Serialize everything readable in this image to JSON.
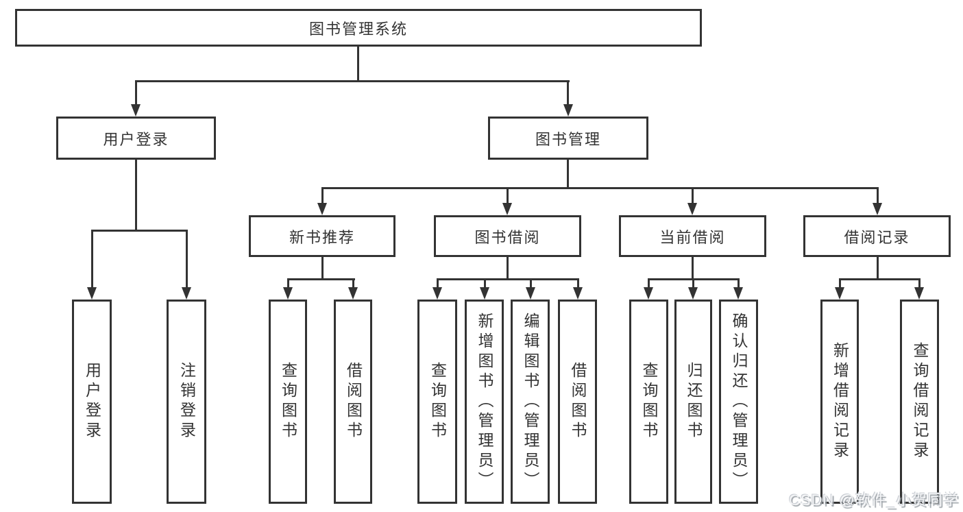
{
  "watermark": "CSDN @软件_小贺同学",
  "colors": {
    "line": "#333333",
    "text": "#333333",
    "background": "#ffffff"
  },
  "tree": {
    "label": "图书管理系统",
    "children": [
      {
        "label": "用户登录",
        "children": [
          {
            "label": "用户登录"
          },
          {
            "label": "注销登录"
          }
        ]
      },
      {
        "label": "图书管理",
        "children": [
          {
            "label": "新书推荐",
            "children": [
              {
                "label": "查询图书"
              },
              {
                "label": "借阅图书"
              }
            ]
          },
          {
            "label": "图书借阅",
            "children": [
              {
                "label": "查询图书"
              },
              {
                "label": "新增图书（管理员）"
              },
              {
                "label": "编辑图书（管理员）"
              },
              {
                "label": "借阅图书"
              }
            ]
          },
          {
            "label": "当前借阅",
            "children": [
              {
                "label": "查询图书"
              },
              {
                "label": "归还图书"
              },
              {
                "label": "确认归还（管理员）"
              }
            ]
          },
          {
            "label": "借阅记录",
            "children": [
              {
                "label": "新增借阅记录"
              },
              {
                "label": "查询借阅记录"
              }
            ]
          }
        ]
      }
    ]
  }
}
